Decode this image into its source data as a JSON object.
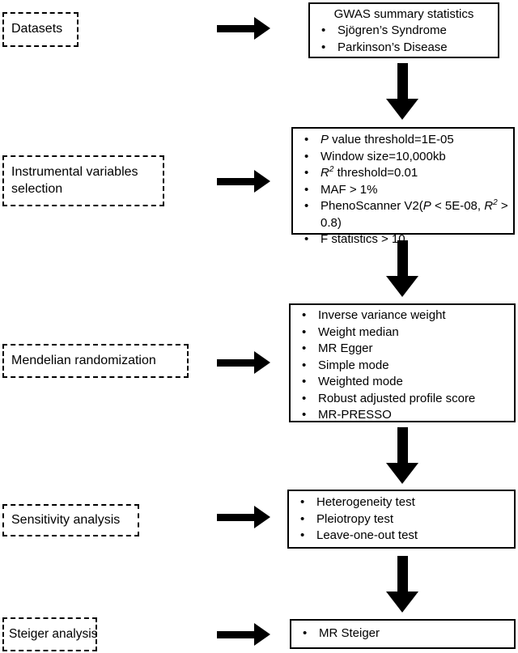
{
  "figure": {
    "type": "flowchart",
    "ink_color": "#000000",
    "background_color": "#ffffff"
  },
  "left_labels": [
    {
      "label": "Datasets"
    },
    {
      "label": "Instrumental variables selection"
    },
    {
      "label": "Mendelian randomization"
    },
    {
      "label": "Sensitivity analysis"
    },
    {
      "label": "Steiger analysis"
    }
  ],
  "boxes": {
    "gwas": {
      "title": "GWAS summary statistics",
      "items": [
        {
          "segments": [
            {
              "text": "Sjögren’s Syndrome"
            }
          ]
        },
        {
          "segments": [
            {
              "text": "Parkinson’s Disease"
            }
          ]
        }
      ]
    },
    "iv": {
      "items": [
        {
          "segments": [
            {
              "text": "P",
              "italic": true
            },
            {
              "text": " value threshold=1E-05"
            }
          ]
        },
        {
          "segments": [
            {
              "text": "Window size=10,000kb"
            }
          ]
        },
        {
          "segments": [
            {
              "text": "R",
              "italic": true
            },
            {
              "text": "2",
              "sup": true,
              "italic": true
            },
            {
              "text": " threshold=0.01"
            }
          ]
        },
        {
          "segments": [
            {
              "text": "MAF > 1%"
            }
          ]
        },
        {
          "segments": [
            {
              "text": "PhenoScanner V2("
            },
            {
              "text": "P",
              "italic": true
            },
            {
              "text": " < 5E-08, "
            },
            {
              "text": "R",
              "italic": true
            },
            {
              "text": "2",
              "sup": true,
              "italic": true
            },
            {
              "text": " > 0.8)"
            }
          ]
        },
        {
          "segments": [
            {
              "text": "F statistics > 10"
            }
          ]
        }
      ]
    },
    "mr": {
      "items": [
        {
          "segments": [
            {
              "text": "Inverse variance weight"
            }
          ]
        },
        {
          "segments": [
            {
              "text": "Weight median"
            }
          ]
        },
        {
          "segments": [
            {
              "text": "MR Egger"
            }
          ]
        },
        {
          "segments": [
            {
              "text": "Simple mode"
            }
          ]
        },
        {
          "segments": [
            {
              "text": "Weighted mode"
            }
          ]
        },
        {
          "segments": [
            {
              "text": "Robust adjusted profile score"
            }
          ]
        },
        {
          "segments": [
            {
              "text": "MR-PRESSO"
            }
          ]
        }
      ]
    },
    "sensitivity": {
      "items": [
        {
          "segments": [
            {
              "text": "Heterogeneity test"
            }
          ]
        },
        {
          "segments": [
            {
              "text": "Pleiotropy test"
            }
          ]
        },
        {
          "segments": [
            {
              "text": "Leave-one-out test"
            }
          ]
        }
      ]
    },
    "steiger": {
      "items": [
        {
          "segments": [
            {
              "text": "MR Steiger"
            }
          ]
        }
      ]
    }
  }
}
